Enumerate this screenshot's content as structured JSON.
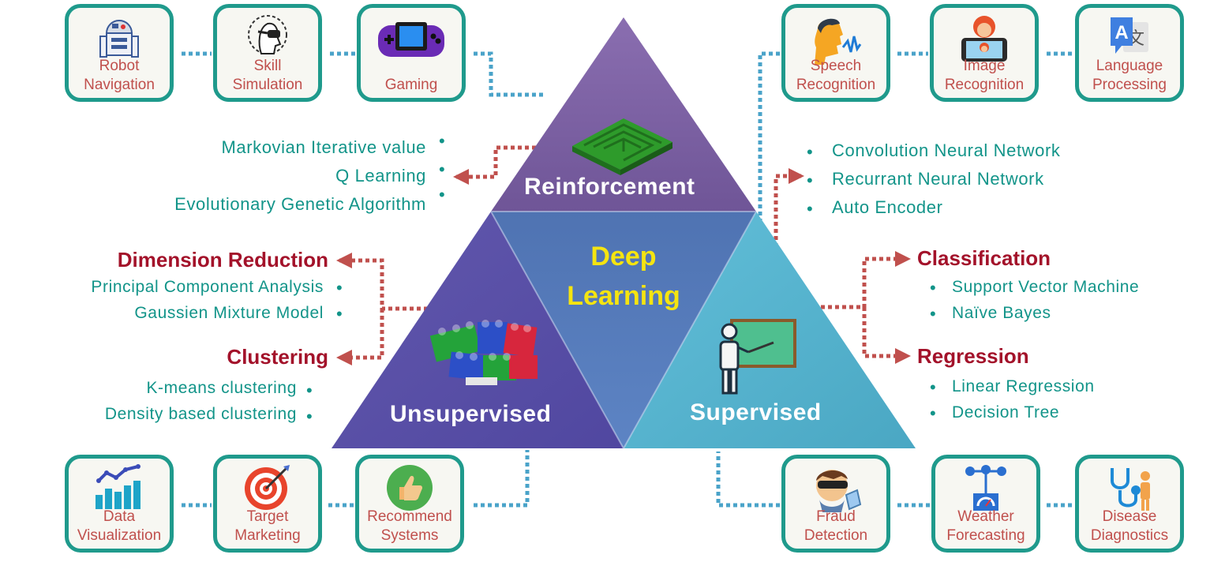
{
  "center": {
    "line1": "Deep",
    "line2": "Learning"
  },
  "segments": {
    "reinforcement": "Reinforcement",
    "unsupervised": "Unsupervised",
    "supervised": "Supervised"
  },
  "reinforcement": {
    "methods": [
      "Markovian Iterative value",
      "Q Learning",
      "Evolutionary Genetic Algorithm"
    ],
    "apps": [
      {
        "line1": "Robot",
        "line2": "Navigation",
        "icon": "robot-icon"
      },
      {
        "line1": "Skill",
        "line2": "Simulation",
        "icon": "vr-headset-icon"
      },
      {
        "line1": "Gaming",
        "line2": "",
        "icon": "gamepad-icon"
      }
    ]
  },
  "deep_learning": {
    "methods": [
      "Convolution Neural Network",
      "Recurrant Neural Network",
      "Auto Encoder"
    ],
    "apps": [
      {
        "line1": "Speech",
        "line2": "Recognition",
        "icon": "speech-icon"
      },
      {
        "line1": "Image",
        "line2": "Recognition",
        "icon": "image-recognition-icon"
      },
      {
        "line1": "Language",
        "line2": "Processing",
        "icon": "translate-icon"
      }
    ]
  },
  "unsupervised": {
    "dimension_reduction": {
      "title": "Dimension Reduction",
      "items": [
        "Principal Component Analysis",
        "Gaussien Mixture Model"
      ]
    },
    "clustering": {
      "title": "Clustering",
      "items": [
        "K-means clustering",
        "Density based clustering"
      ]
    },
    "apps": [
      {
        "line1": "Data",
        "line2": "Visualization",
        "icon": "bar-chart-icon"
      },
      {
        "line1": "Target",
        "line2": "Marketing",
        "icon": "target-icon"
      },
      {
        "line1": "Recommend",
        "line2": "Systems",
        "icon": "thumbs-up-icon"
      }
    ]
  },
  "supervised": {
    "classification": {
      "title": "Classification",
      "items": [
        "Support Vector Machine",
        "Naïve Bayes"
      ]
    },
    "regression": {
      "title": "Regression",
      "items": [
        "Linear Regression",
        "Decision Tree"
      ]
    },
    "apps": [
      {
        "line1": "Fraud",
        "line2": "Detection",
        "icon": "fraud-icon"
      },
      {
        "line1": "Weather",
        "line2": "Forecasting",
        "icon": "weather-station-icon"
      },
      {
        "line1": "Disease",
        "line2": "Diagnostics",
        "icon": "stethoscope-icon"
      }
    ]
  },
  "colors": {
    "reinforcement": "#7b5ea0",
    "deep_learning": "#5477b5",
    "unsupervised": "#5c55a6",
    "supervised": "#58b6cf",
    "box_border": "#1f9a8c",
    "app_label": "#c0504d",
    "heading": "#a3122a",
    "method_text": "#129489",
    "connector_blue": "#4aa3c9",
    "connector_red": "#c0504d"
  }
}
